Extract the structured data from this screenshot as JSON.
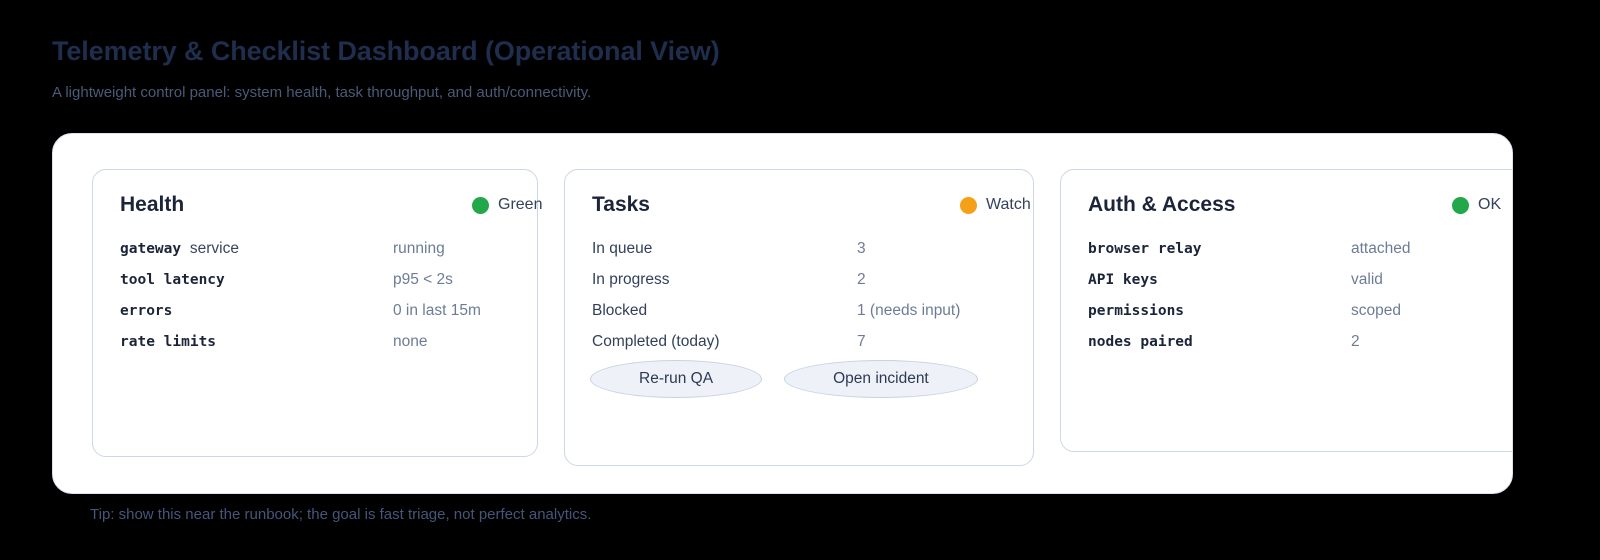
{
  "header": {
    "title": "Telemetry & Checklist Dashboard (Operational View)",
    "subtitle": "A lightweight control panel: system health, task throughput, and auth/connectivity."
  },
  "colors": {
    "background": "#000000",
    "panel": "#ffffff",
    "title": "#1f2e4d",
    "status_green": "#22a84a",
    "status_amber": "#f5a118",
    "label": "#1b2438",
    "value": "#6d7c96",
    "pill_fill": "#eef2f8",
    "pill_border": "#c6d2e3"
  },
  "cards": [
    {
      "id": "health",
      "title": "Health",
      "status": {
        "label": "Green",
        "dot": "green-dot-icon",
        "color": "#22a84a"
      },
      "rows": [
        {
          "label": "gateway",
          "label_suffix": "service",
          "value": "running"
        },
        {
          "label": "tool latency",
          "label_suffix": "",
          "value": "p95 < 2s"
        },
        {
          "label": "errors",
          "label_suffix": "",
          "value": "0 in last 15m"
        },
        {
          "label": "rate limits",
          "label_suffix": "",
          "value": "none"
        }
      ]
    },
    {
      "id": "tasks",
      "title": "Tasks",
      "status": {
        "label": "Watch",
        "dot": "amber-dot-icon",
        "color": "#f5a118"
      },
      "rows": [
        {
          "label": "In queue",
          "value": "3"
        },
        {
          "label": "In progress",
          "value": "2"
        },
        {
          "label": "Blocked",
          "value": "1 (needs input)"
        },
        {
          "label": "Completed (today)",
          "value": "7"
        }
      ],
      "actions": [
        {
          "label": "Re-run QA"
        },
        {
          "label": "Open incident"
        }
      ]
    },
    {
      "id": "auth",
      "title": "Auth & Access",
      "status": {
        "label": "OK",
        "dot": "green-dot-icon",
        "color": "#22a84a"
      },
      "rows": [
        {
          "label": "browser relay",
          "value": "attached"
        },
        {
          "label": "API keys",
          "value": "valid"
        },
        {
          "label": "permissions",
          "value": "scoped"
        },
        {
          "label": "nodes paired",
          "value": "2"
        }
      ]
    }
  ],
  "footer": {
    "tip": "Tip: show this near the runbook; the goal is fast triage, not perfect analytics."
  }
}
